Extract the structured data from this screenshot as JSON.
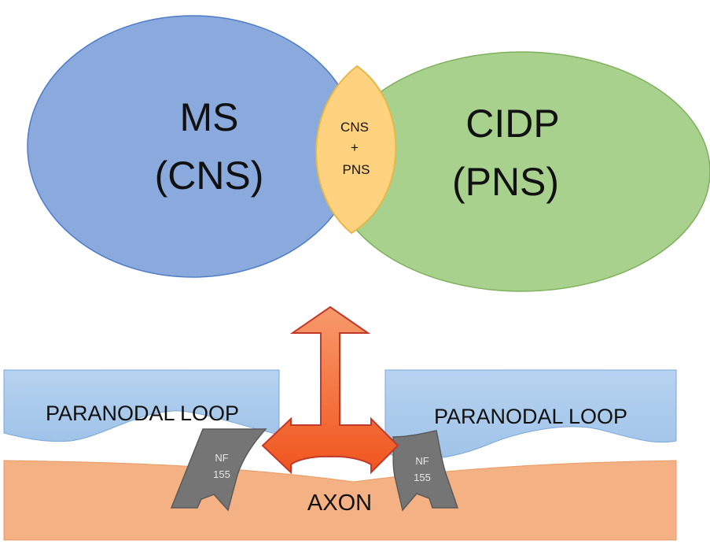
{
  "venn": {
    "left": {
      "line1": "MS",
      "line2": "(CNS)",
      "fill": "#8aa9dc",
      "stroke": "#4472c4"
    },
    "right": {
      "line1": "CIDP",
      "line2": "(PNS)",
      "fill": "#a9d18e",
      "stroke": "#70ad47"
    },
    "overlap": {
      "line1": "CNS",
      "line2": "+",
      "line3": "PNS",
      "fill": "#ffd27f",
      "stroke": "#e6b84a"
    }
  },
  "bottom": {
    "paranodal_left": "PARANODAL LOOP",
    "paranodal_right": "PARANODAL LOOP",
    "nf_left_line1": "NF",
    "nf_left_line2": "155",
    "nf_right_line1": "NF",
    "nf_right_line2": "155",
    "axon": "AXON"
  },
  "colors": {
    "paranodal_fill": "#a9c8ea",
    "paranodal_stroke": "#7aa7d9",
    "axon_fill": "#f4b183",
    "nf_fill": "#757575",
    "nf_stroke": "#5a5a5a",
    "arrow_fill": "#f4642e",
    "arrow_stroke": "#c0392b"
  },
  "icons": {
    "arrow": "three-way-arrow-icon"
  }
}
